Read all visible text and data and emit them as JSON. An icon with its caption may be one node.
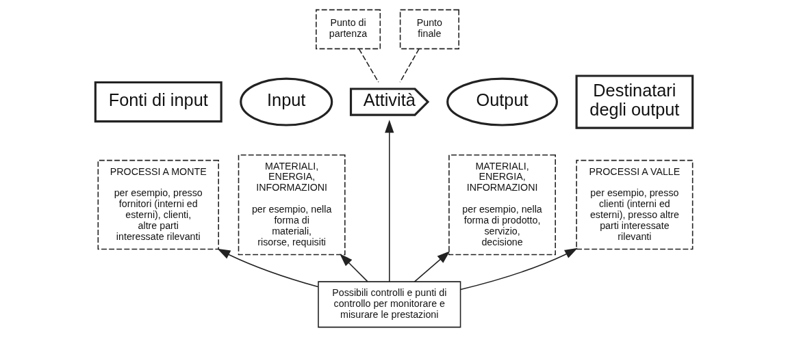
{
  "diagram": {
    "nodes": [
      {
        "text": [
          "Punto di partenza"
        ]
      },
      {
        "text": [
          "Punto finale"
        ]
      },
      {
        "text": [
          "Fonti di input"
        ]
      },
      {
        "text": [
          "Input"
        ]
      },
      {
        "text": [
          "Attività"
        ]
      },
      {
        "text": [
          "Output"
        ]
      },
      {
        "text": [
          "Destinatari degli output"
        ]
      },
      {
        "text": [
          "PROCESSI A MONTE",
          "per esempio, presso fornitori (interni ed esterni), clienti, altre parti interessate rilevanti"
        ]
      },
      {
        "text": [
          "MATERIALI, ENERGIA, INFORMAZIONI",
          "per esempio, nella forma di materiali, risorse, requisiti"
        ]
      },
      {
        "text": [
          "MATERIALI, ENERGIA, INFORMAZIONI",
          "per esempio, nella forma di prodotto, servizio, decisione"
        ]
      },
      {
        "text": [
          "PROCESSI A VALLE",
          "per esempio, presso clienti (interni ed esterni), presso altre parti interessate rilevanti"
        ]
      },
      {
        "text": [
          "Possibili controlli e punti di controllo per monitorare e misurare le prestazioni"
        ]
      }
    ],
    "edges": [
      {
        "from": 0,
        "to": 4,
        "arrow": "none",
        "style": "dashed"
      },
      {
        "from": 1,
        "to": 4,
        "arrow": "none",
        "style": "dashed"
      },
      {
        "from": 11,
        "to": 7,
        "arrow": "to"
      },
      {
        "from": 11,
        "to": 8,
        "arrow": "to"
      },
      {
        "from": 11,
        "to": 4,
        "arrow": "to"
      },
      {
        "from": 11,
        "to": 9,
        "arrow": "to"
      },
      {
        "from": 11,
        "to": 10,
        "arrow": "to"
      }
    ]
  }
}
